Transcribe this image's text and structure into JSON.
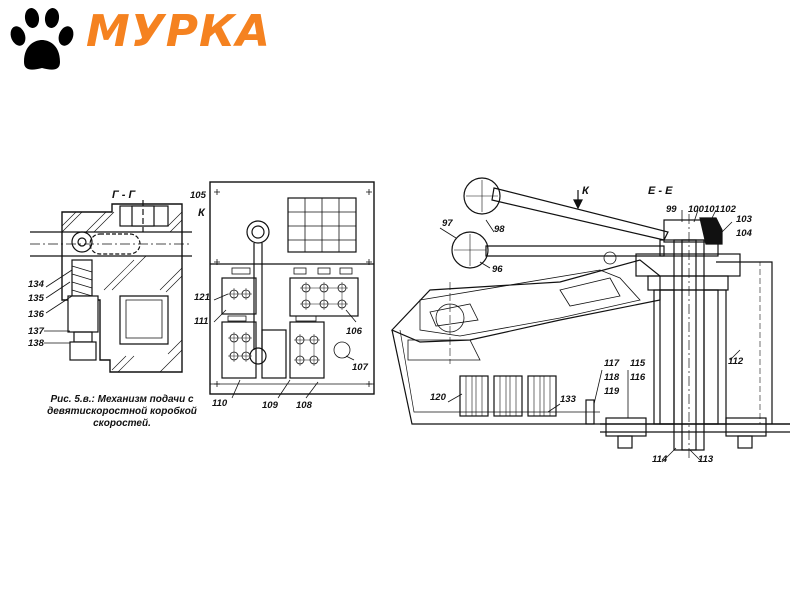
{
  "logo": {
    "text": "МУРКА",
    "color": "#f58220"
  },
  "caption": {
    "line1": "Рис. 5.в.: Механизм подачи с",
    "line2": "девятискоростной коробкой",
    "line3": "скоростей."
  },
  "sections": {
    "left": "Г - Г",
    "right": "Е - Е",
    "view_mid": "К",
    "view_right": "К"
  },
  "labels": {
    "l134": "134",
    "l135": "135",
    "l136": "136",
    "l137": "137",
    "l138": "138",
    "l105": "105",
    "l121": "121",
    "l111": "111",
    "l110": "110",
    "l109": "109",
    "l108": "108",
    "l106": "106",
    "l107": "107",
    "l97": "97",
    "l98": "98",
    "l96": "96",
    "l99": "99",
    "l100": "100",
    "l101": "101",
    "l102": "102",
    "l103": "103",
    "l104": "104",
    "l112": "112",
    "l113": "113",
    "l114": "114",
    "l115": "115",
    "l116": "116",
    "l117": "117",
    "l118": "118",
    "l119": "119",
    "l120": "120",
    "l133": "133"
  }
}
